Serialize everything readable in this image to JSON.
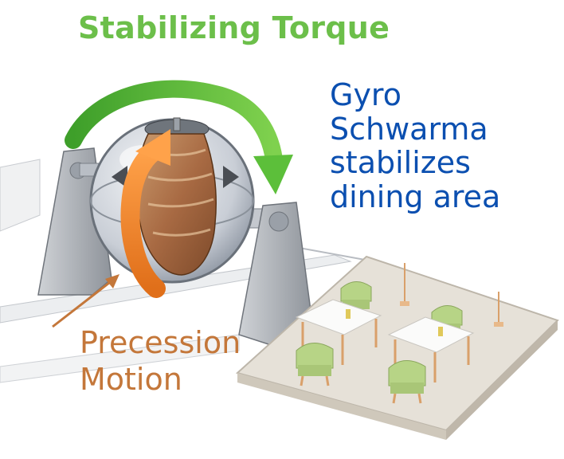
{
  "labels": {
    "stabilizing_torque": "Stabilizing Torque",
    "caption_lines": [
      "Gyro",
      "Schwarma",
      "stabilizes",
      "dining area"
    ],
    "precession_lines": [
      "Precession",
      "Motion"
    ]
  },
  "colors": {
    "torque_arrow": "#5cbf3a",
    "precession_arrow": "#f08a2c",
    "caption_text": "#0b4fb0",
    "title_text": "#6cbf4a",
    "precession_text": "#c4773a",
    "chair": "#b7d486",
    "floor_tile": "#e6e1d8"
  }
}
